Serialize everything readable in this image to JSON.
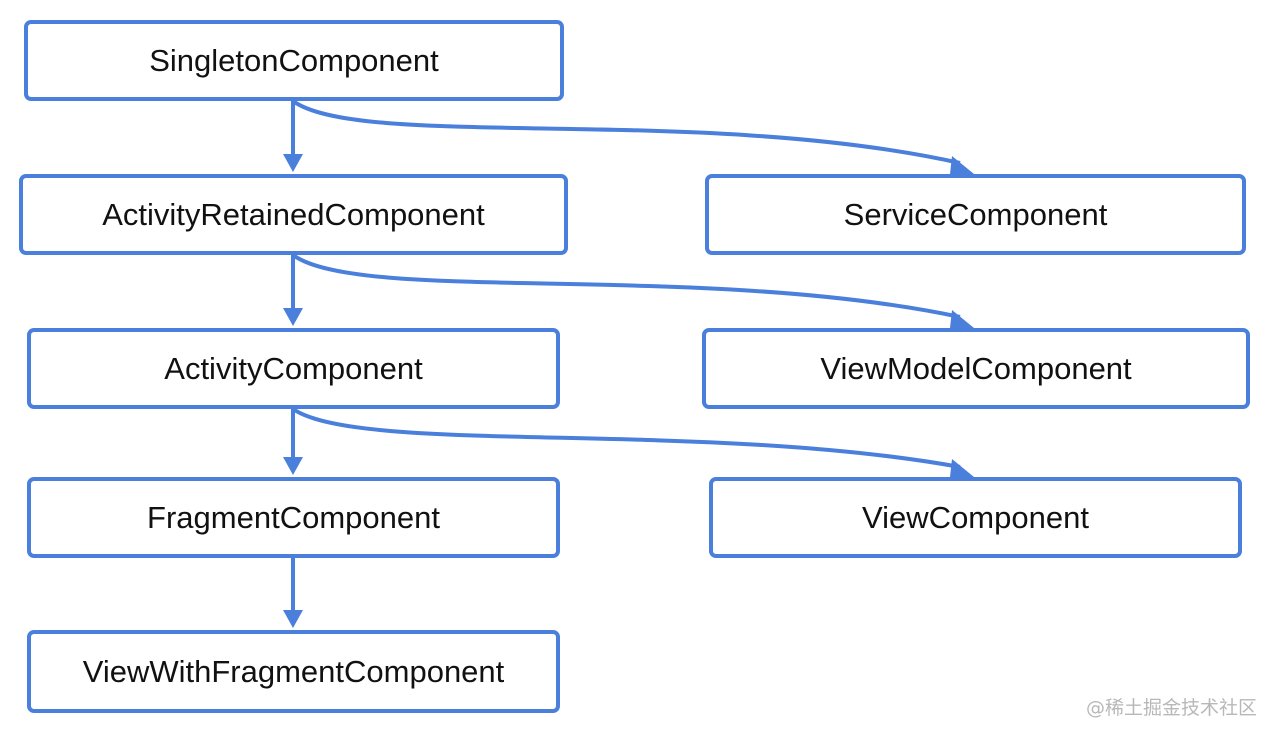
{
  "diagram": {
    "nodes": {
      "singleton": "SingletonComponent",
      "activity_retained": "ActivityRetainedComponent",
      "service": "ServiceComponent",
      "activity": "ActivityComponent",
      "viewmodel": "ViewModelComponent",
      "fragment": "FragmentComponent",
      "view": "ViewComponent",
      "view_with_fragment": "ViewWithFragmentComponent"
    },
    "edges": [
      {
        "from": "SingletonComponent",
        "to": "ActivityRetainedComponent"
      },
      {
        "from": "SingletonComponent",
        "to": "ServiceComponent"
      },
      {
        "from": "ActivityRetainedComponent",
        "to": "ActivityComponent"
      },
      {
        "from": "ActivityRetainedComponent",
        "to": "ViewModelComponent"
      },
      {
        "from": "ActivityComponent",
        "to": "FragmentComponent"
      },
      {
        "from": "ActivityComponent",
        "to": "ViewComponent"
      },
      {
        "from": "FragmentComponent",
        "to": "ViewWithFragmentComponent"
      }
    ],
    "colors": {
      "accent": "#4a7fdc",
      "text": "#111111",
      "background": "#ffffff"
    }
  },
  "watermark": "@稀土掘金技术社区"
}
